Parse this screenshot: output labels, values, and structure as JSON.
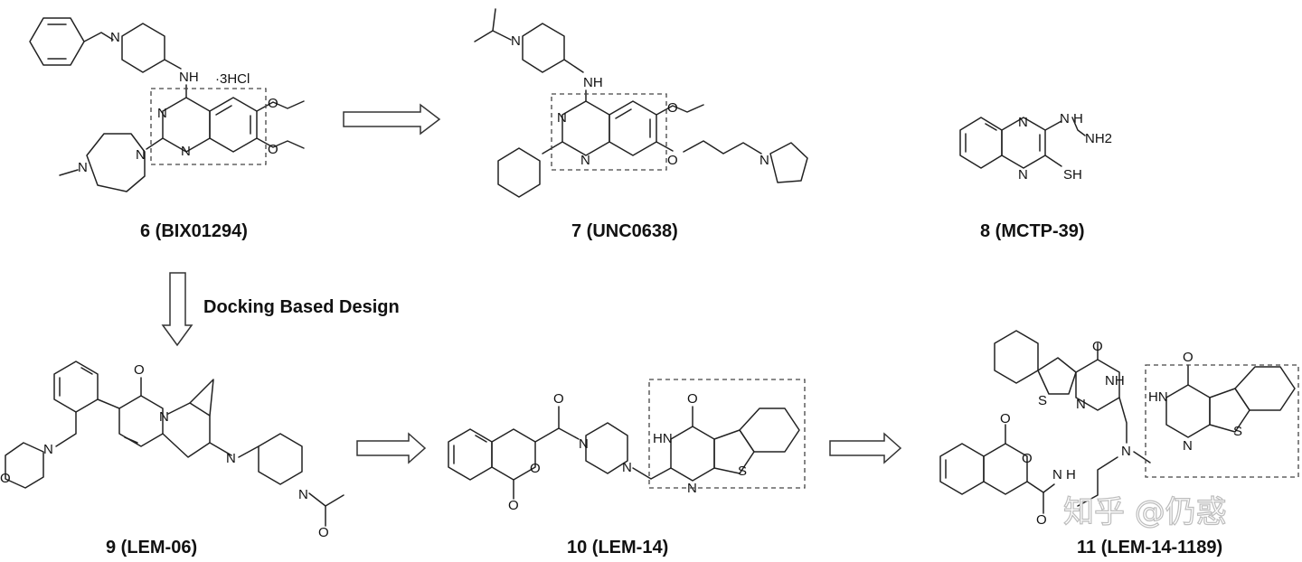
{
  "compounds": [
    {
      "id": "c6",
      "label": "6 (BIX01294)",
      "salt": "·3HCl"
    },
    {
      "id": "c7",
      "label": "7 (UNC0638)"
    },
    {
      "id": "c8",
      "label": "8 (MCTP-39)"
    },
    {
      "id": "c9",
      "label": "9 (LEM-06)"
    },
    {
      "id": "c10",
      "label": "10 (LEM-14)"
    },
    {
      "id": "c11",
      "label": "11 (LEM-14-1189)"
    }
  ],
  "arrows": {
    "docking_label": "Docking Based Design"
  },
  "atoms": {
    "N": "N",
    "NH": "NH",
    "HN": "HN",
    "O": "O",
    "S": "S",
    "SH": "SH",
    "NH2": "NH2",
    "N_H": "N H"
  },
  "watermark": "知乎 @仍惑"
}
